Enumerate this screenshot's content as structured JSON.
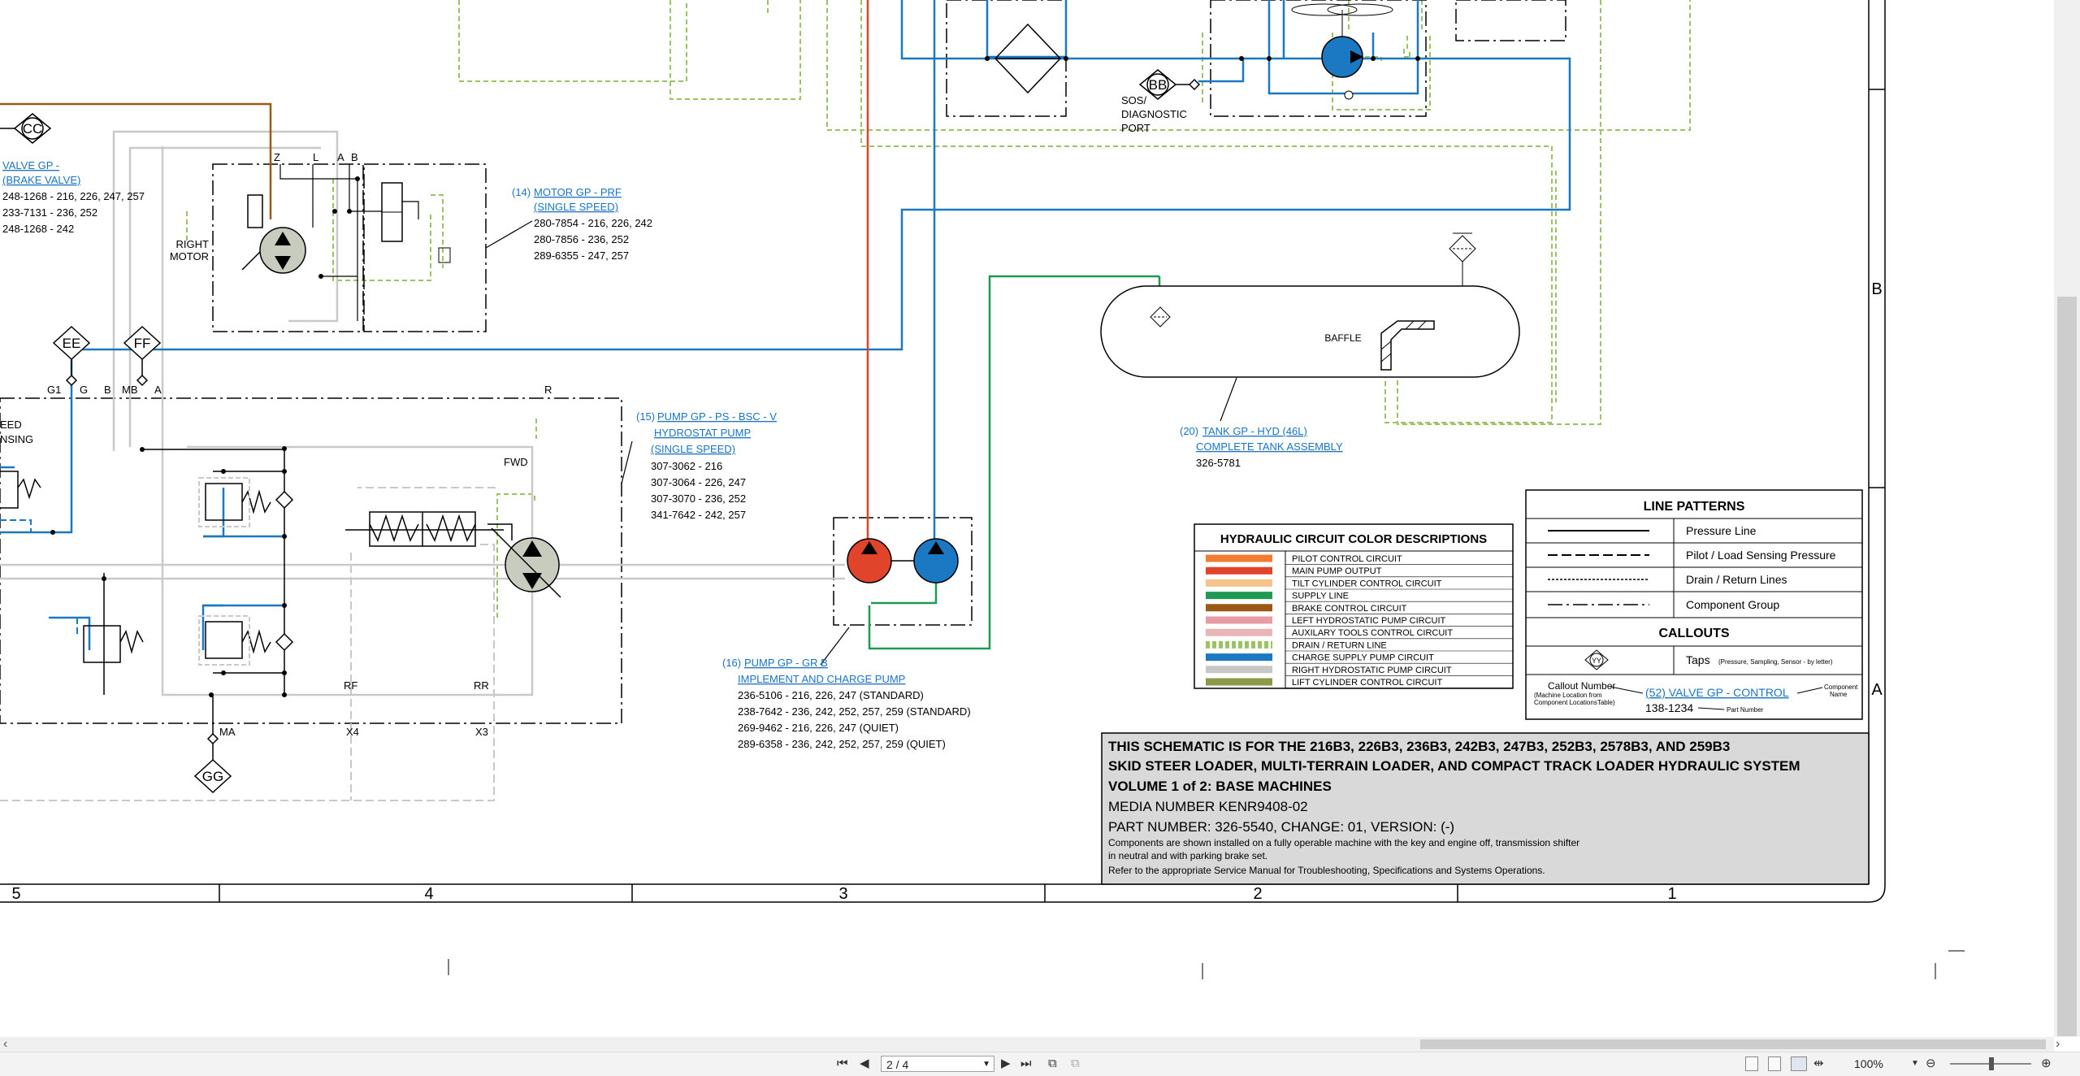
{
  "schematic": {
    "components": {
      "valve_gp": {
        "name_line1": "VALVE GP -",
        "name_line2": "(BRAKE VALVE)",
        "parts": [
          "248-1268 - 216, 226, 247, 257",
          "233-7131 - 236, 252",
          "248-1268 - 242"
        ]
      },
      "motor_gp": {
        "callout": "(14)",
        "name_line1": "MOTOR GP - PRF",
        "name_line2": "(SINGLE SPEED)",
        "parts": [
          "280-7854 - 216, 226, 242",
          "280-7856 - 236, 252",
          "289-6355 - 247, 257"
        ]
      },
      "pump_gp_ps": {
        "callout": "(15)",
        "name_line1": "PUMP GP - PS - BSC - V",
        "name_line2": "HYDROSTAT PUMP",
        "name_line3": "(SINGLE SPEED)",
        "parts": [
          "307-3062 - 216",
          "307-3064 - 226, 247",
          "307-3070 - 236, 252",
          "341-7642 - 242, 257"
        ]
      },
      "pump_gp_gr": {
        "callout": "(16)",
        "name_line1": "PUMP GP - GR B",
        "name_line2": "IMPLEMENT AND CHARGE PUMP",
        "parts": [
          "236-5106 - 216, 226, 247 (STANDARD)",
          "238-7642 - 236, 242, 252, 257, 259 (STANDARD)",
          "269-9462 - 216, 226, 247 (QUIET)",
          "289-6358 - 236, 242, 252, 257, 259 (QUIET)"
        ]
      },
      "tank_gp": {
        "callout": "(20)",
        "name_line1": "TANK GP - HYD (46L)",
        "name_line2": "COMPLETE TANK ASSEMBLY",
        "parts": [
          "326-5781"
        ]
      }
    },
    "labels": {
      "right_motor_1": "RIGHT",
      "right_motor_2": "MOTOR",
      "sos_1": "SOS/",
      "sos_2": "DIAGNOSTIC",
      "sos_3": "PORT",
      "baffle": "BAFFLE",
      "fwd": "FWD",
      "rf": "RF",
      "rr": "RR",
      "ma": "MA",
      "x4": "X4",
      "x3": "X3",
      "port_z": "Z",
      "port_l": "L",
      "port_a": "A",
      "port_b": "B",
      "g1": "G1",
      "g": "G",
      "b": "B",
      "mb": "MB",
      "a": "A",
      "r": "R",
      "eed": "EED",
      "nsing": "NSING"
    },
    "taps": [
      "CC",
      "BB",
      "EE",
      "FF",
      "GG"
    ],
    "color_legend": {
      "title": "HYDRAULIC CIRCUIT COLOR DESCRIPTIONS",
      "items": [
        {
          "label": "PILOT CONTROL CIRCUIT",
          "color": "#f07d32",
          "style": "solid"
        },
        {
          "label": "MAIN PUMP OUTPUT",
          "color": "#e0452b",
          "style": "solid"
        },
        {
          "label": "TILT CYLINDER CONTROL CIRCUIT",
          "color": "#f5c48a",
          "style": "solid"
        },
        {
          "label": "SUPPLY LINE",
          "color": "#1f9a55",
          "style": "solid"
        },
        {
          "label": "BRAKE CONTROL CIRCUIT",
          "color": "#9a5a16",
          "style": "solid"
        },
        {
          "label": "LEFT HYDROSTATIC PUMP CIRCUIT",
          "color": "#e79ba6",
          "style": "solid"
        },
        {
          "label": "AUXILARY TOOLS CONTROL CIRCUIT",
          "color": "#e9b6b6",
          "style": "solid"
        },
        {
          "label": "DRAIN / RETURN LINE",
          "color": "#9cc266",
          "style": "dashed"
        },
        {
          "label": "CHARGE SUPPLY PUMP CIRCUIT",
          "color": "#1b78c2",
          "style": "solid"
        },
        {
          "label": "RIGHT HYDROSTATIC PUMP CIRCUIT",
          "color": "#c7c7c7",
          "style": "solid"
        },
        {
          "label": "LIFT CYLINDER CONTROL CIRCUIT",
          "color": "#8a9a4a",
          "style": "solid"
        }
      ]
    },
    "line_patterns": {
      "title": "LINE PATTERNS",
      "items": [
        "Pressure Line",
        "Pilot / Load Sensing Pressure",
        "Drain / Return Lines",
        "Component Group"
      ],
      "callouts_title": "CALLOUTS",
      "tap_symbol": "YY",
      "taps_label": "Taps",
      "taps_note": "(Pressure, Sampling, Sensor - by letter)",
      "callout_number": "Callout Number",
      "callout_note_1": "(Machine Location from",
      "callout_note_2": "Component LocationsTable)",
      "example_name": "(52) VALVE GP - CONTROL",
      "component_name_1": "Component",
      "component_name_2": "Name",
      "example_part": "138-1234",
      "part_number_label": "Part Number"
    },
    "title_block": {
      "line1": "THIS SCHEMATIC IS FOR THE 216B3, 226B3, 236B3, 242B3, 247B3, 252B3, 2578B3, AND 259B3",
      "line2": "SKID STEER LOADER, MULTI-TERRAIN LOADER, AND COMPACT TRACK LOADER HYDRAULIC SYSTEM",
      "volume": "VOLUME 1 of 2:  BASE MACHINES",
      "media": "MEDIA NUMBER  KENR9408-02",
      "part": "PART NUMBER: 326-5540, CHANGE: 01, VERSION: (-)",
      "note1": "Components are shown installed on a fully operable machine with the key and engine off, transmission shifter",
      "note2": "in neutral and with parking brake set.",
      "note3": "Refer to the appropriate Service Manual for Troubleshooting, Specifications and Systems Operations."
    },
    "grid_columns": [
      "5",
      "4",
      "3",
      "2",
      "1"
    ],
    "grid_rows": [
      "B",
      "A"
    ]
  },
  "toolbar": {
    "page_display": "2 / 4",
    "zoom": "100%"
  }
}
